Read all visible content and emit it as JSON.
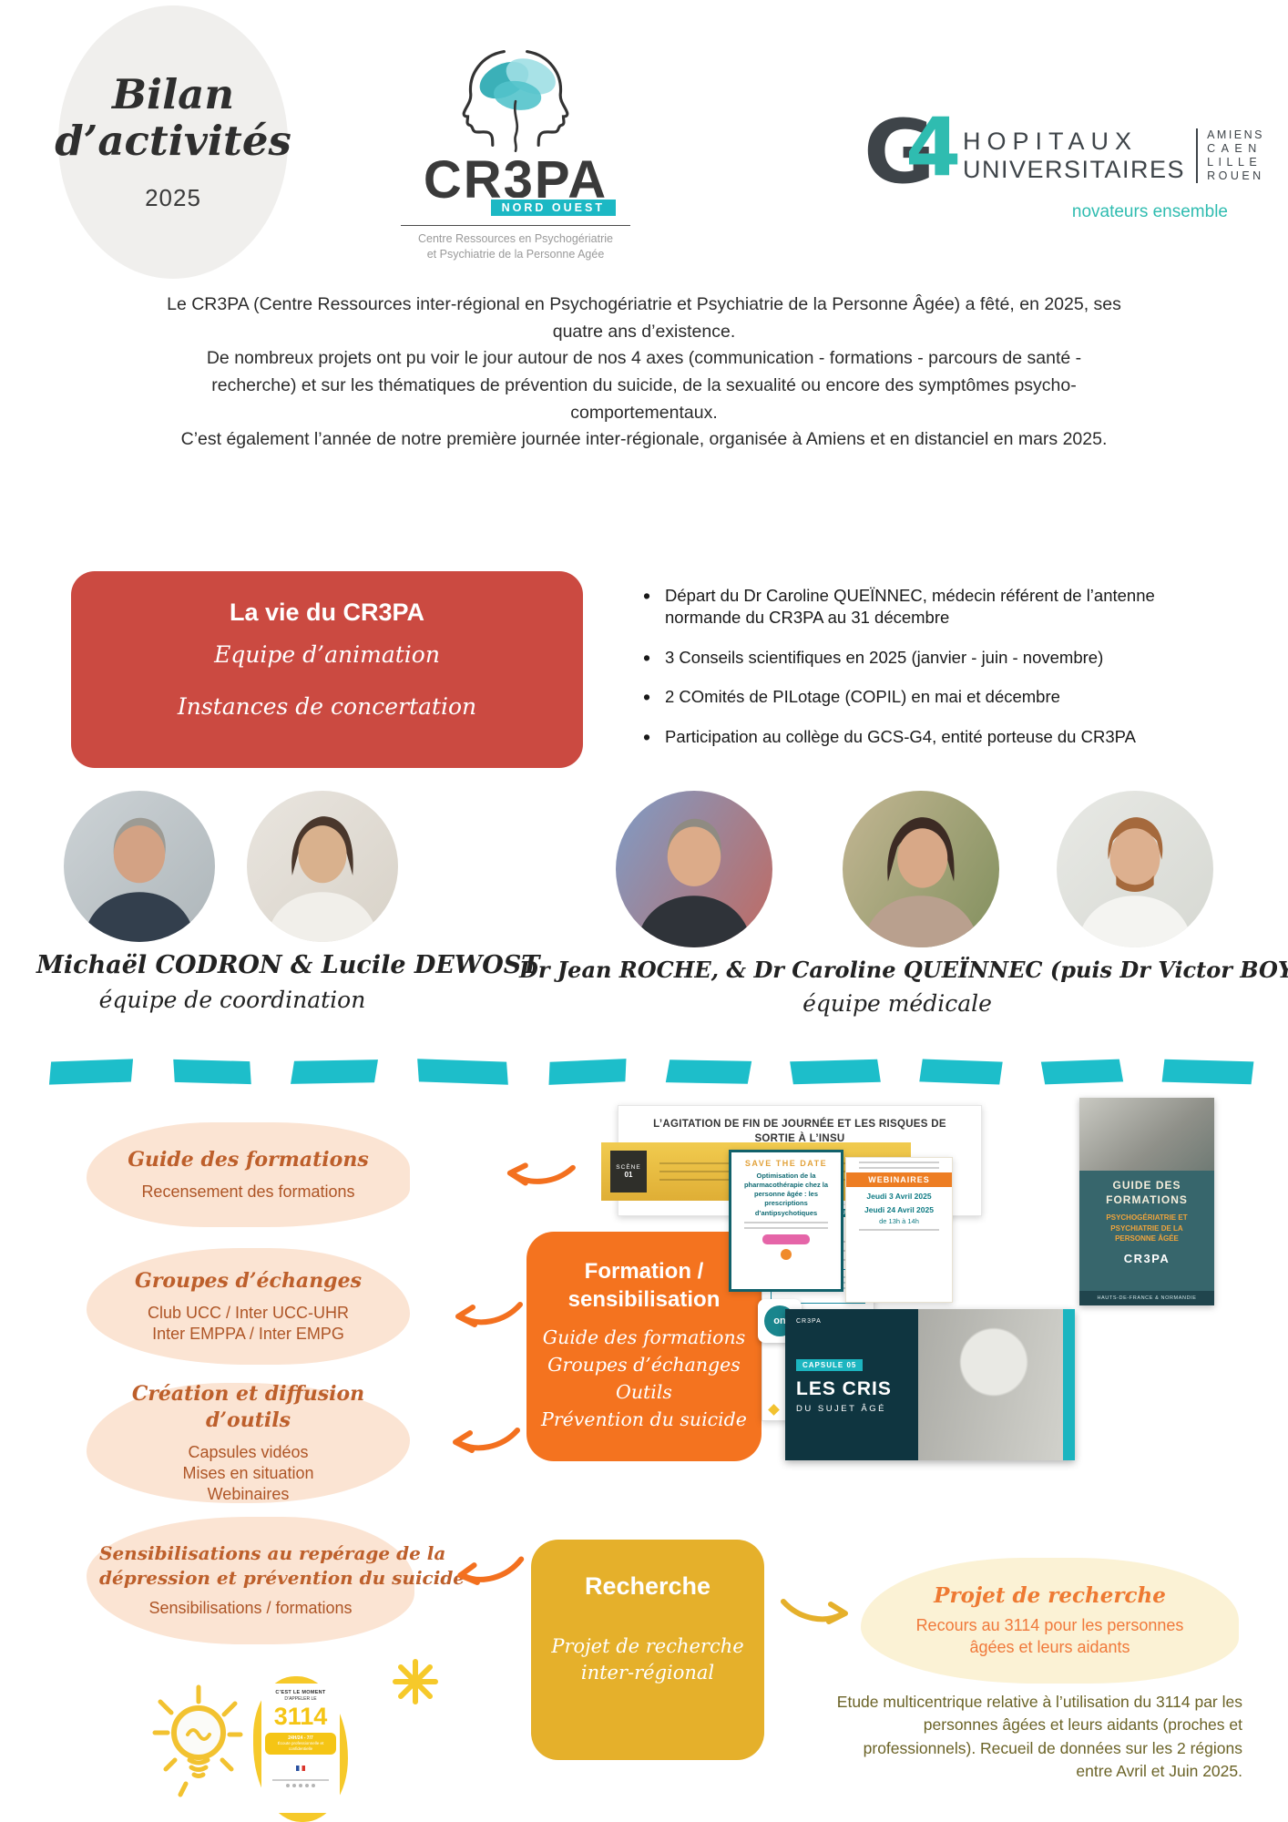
{
  "colors": {
    "teal": "#1DBECA",
    "g4_teal": "#2FBCB0",
    "red_box": "#CB4A41",
    "orange_box": "#F4731F",
    "yellow_box": "#E5B02B",
    "peach_bubble": "#FBE4D3",
    "cream_bubble": "#FBF2D5",
    "bubble_text": "#AE5526",
    "olive_text": "#6B6327",
    "poster_yellow": "#F6C92A"
  },
  "header": {
    "badge_title_line1": "Bilan",
    "badge_title_line2": "d’activités",
    "badge_year": "2025",
    "cr3pa": {
      "name": "CR3PA",
      "badge": "NORD OUEST",
      "caption1": "Centre Ressources en Psychogériatrie",
      "caption2": "et Psychiatrie de la Personne Agée"
    },
    "g4": {
      "letter_g": "G",
      "letter_4": "4",
      "line1": "HOPITAUX",
      "line2": "UNIVERSITAIRES",
      "cities": [
        "AMIENS",
        "CAEN",
        "LILLE",
        "ROUEN"
      ],
      "tagline": "novateurs ensemble"
    }
  },
  "intro": {
    "lines": [
      "Le CR3PA (Centre Ressources inter-régional en Psychogériatrie et Psychiatrie de la Personne Âgée) a fêté, en 2025, ses",
      "quatre ans d’existence.",
      "De nombreux projets ont pu voir le jour autour de nos 4 axes (communication - formations - parcours de santé -",
      "recherche) et sur les thématiques de prévention du suicide, de la sexualité ou encore des symptômes psycho-",
      "comportementaux.",
      "C’est également l’année de notre première journée inter-régionale, organisée à Amiens et en distanciel en mars 2025."
    ]
  },
  "vie": {
    "title": "La vie du CR3PA",
    "sub1": "Equipe d’animation",
    "sub2": "Instances de concertation",
    "bullets": [
      "Départ du Dr Caroline QUEÏNNEC, médecin référent de l’antenne normande du CR3PA au 31 décembre",
      "3 Conseils scientifiques en 2025 (janvier - juin - novembre)",
      "2 COmités de PILotage (COPIL) en mai et décembre",
      "Participation au collège du GCS-G4, entité porteuse du CR3PA"
    ]
  },
  "team": {
    "group1_names": "Michaël CODRON & Lucile DEWOST",
    "group1_role": "équipe de coordination",
    "group2_names": "Dr Jean ROCHE, & Dr Caroline QUEÏNNEC (puis Dr Victor BOYER)",
    "group2_role": "équipe médicale"
  },
  "formation": {
    "box_line1": "Formation /",
    "box_line2": "sensibilisation",
    "items": [
      "Guide des formations",
      "Groupes d’échanges",
      "Outils",
      "Prévention du suicide"
    ],
    "bubble1": {
      "title": "Guide des formations",
      "line1": "Recensement des formations"
    },
    "bubble2": {
      "title": "Groupes d’échanges",
      "line1": "Club UCC / Inter UCC-UHR",
      "line2": "Inter EMPPA / Inter EMPG"
    },
    "bubble3": {
      "title": "Création et diffusion d’outils",
      "line1": "Capsules vidéos",
      "line2": "Mises en situation",
      "line3": "Webinaires"
    },
    "bubble4": {
      "title_line1": "Sensibilisations au repérage de la",
      "title_line2": "dépression et prévention du suicide",
      "line1": "Sensibilisations / formations"
    }
  },
  "recherche": {
    "box_title": "Recherche",
    "box_sub1": "Projet de recherche",
    "box_sub2": "inter-régional",
    "bubble_title": "Projet de recherche",
    "bubble_line1": "Recours au 3114 pour les personnes",
    "bubble_line2": "âgées et leurs aidants",
    "paragraph_lines": [
      "Etude multicentrique relative à l’utilisation du 3114 par les",
      "personnes âgées et leurs aidants (proches et",
      "professionnels). Recueil de données sur les 2 régions",
      "entre Avril et Juin 2025."
    ]
  },
  "collage": {
    "agitation_title": "L’AGITATION DE FIN DE JOURNÉE ET LES RISQUES DE SORTIE À L’INSU",
    "scene_label": "SCÈNE",
    "scene_number": "01",
    "savedate_label": "SAVE THE DATE",
    "savedate_title": "Optimisation de la pharmacothérapie chez la personne âgée : les prescriptions d’antipsychotiques",
    "webinaires_label": "WEBINAIRES",
    "webinaires_date1": "Jeudi 3 Avril 2025",
    "webinaires_date2": "Jeudi 24 Avril 2025",
    "webinaires_time": "de 13h à 14h",
    "capsule_brand": "CR3PA",
    "capsule_label": "CAPSULE N°5",
    "capsule_title": "Les cris",
    "capsule_sub": "du sujet âgé",
    "onm_label": "on",
    "lescris_brand": "CR3PA",
    "lescris_chip": "CAPSULE 05",
    "lescris_title": "LES CRIS",
    "lescris_sub": "DU SUJET ÂGÉ",
    "guide_title": "GUIDE DES FORMATIONS",
    "guide_sub": "PSYCHOGÉRIATRIE ET PSYCHIATRIE DE LA PERSONNE ÂGÉE",
    "guide_brand": "CR3PA",
    "guide_footer": "HAUTS-DE-FRANCE & NORMANDIE",
    "poster_header1": "C’EST LE MOMENT",
    "poster_header2": "D’APPELER LE",
    "poster_number": "3114",
    "poster_chip1": "24H/24 - 7/7",
    "poster_chip2": "Écoute professionnelle et confidentielle"
  }
}
